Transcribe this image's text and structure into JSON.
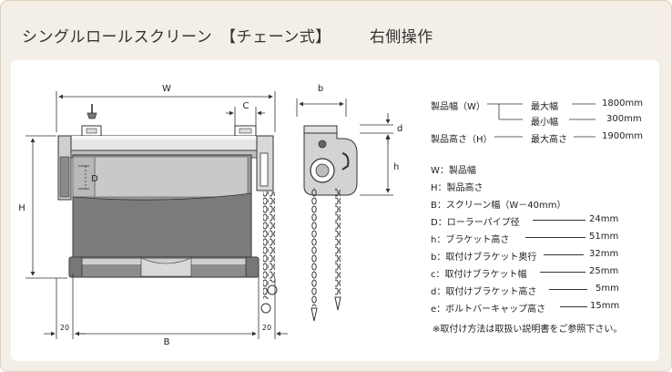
{
  "title": {
    "main": "シングルロールスクリーン　【チェーン式】",
    "operation": "右側操作"
  },
  "drawing_labels": {
    "W": "W",
    "C": "C",
    "H": "H",
    "D": "D",
    "B": "B",
    "b": "b",
    "d": "d",
    "h": "h",
    "margin_left": "20",
    "margin_right": "20"
  },
  "specs": {
    "width_label": "製品幅（W）",
    "width_max_label": "最大幅",
    "width_max_value": "1800mm",
    "width_min_label": "最小幅",
    "width_min_value": "300mm",
    "height_label": "製品高さ（H）",
    "height_max_label": "最大高さ",
    "height_max_value": "1900mm"
  },
  "legend": [
    {
      "label": "W：製品幅",
      "value": ""
    },
    {
      "label": "H：製品高さ",
      "value": ""
    },
    {
      "label": "B：スクリーン幅（W－40mm）",
      "value": ""
    },
    {
      "label": "D：ローラーパイプ径",
      "value": "24mm"
    },
    {
      "label": "h：ブラケット高さ",
      "value": "51mm"
    },
    {
      "label": "b：取付けブラケット奥行",
      "value": "32mm"
    },
    {
      "label": "c：取付けブラケット幅",
      "value": "25mm"
    },
    {
      "label": "d：取付けブラケット高さ",
      "value": "5mm"
    },
    {
      "label": "e：ボルトバーキャップ高さ",
      "value": "15mm"
    }
  ],
  "note": "※取付け方法は取扱い説明書をご参照下さい。"
}
